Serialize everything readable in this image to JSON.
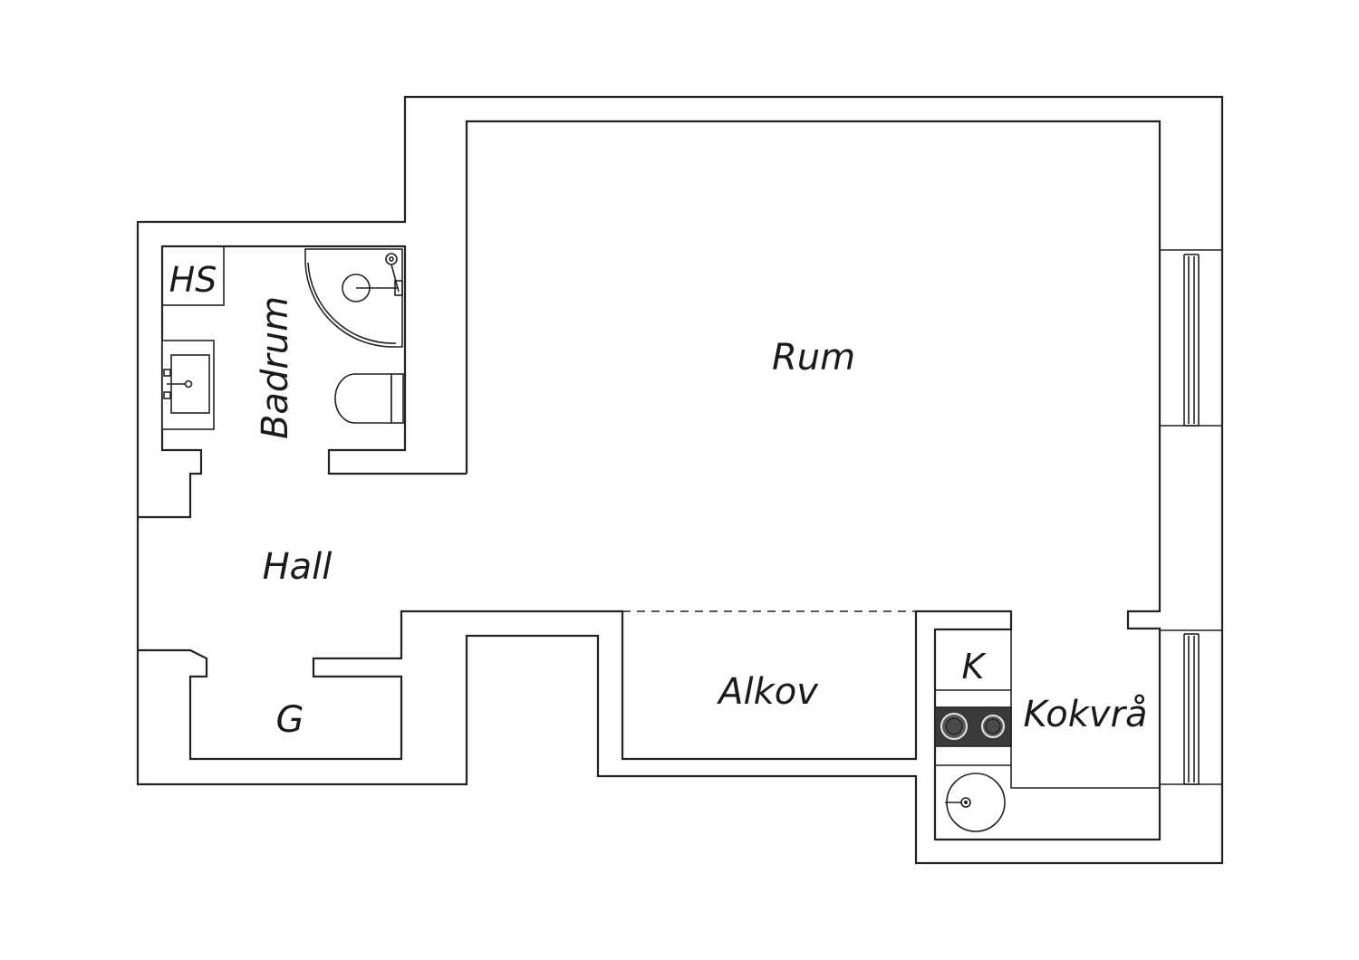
{
  "floorplan": {
    "rooms": {
      "rum": "Rum",
      "badrum": "Badrum",
      "hs": "HS",
      "hall": "Hall",
      "g": "G",
      "alkov": "Alkov",
      "k": "K",
      "kokvra": "Kokvrå"
    }
  },
  "colors": {
    "line": "#222222",
    "cooktop": "#3a3a3a",
    "background": "#ffffff"
  }
}
